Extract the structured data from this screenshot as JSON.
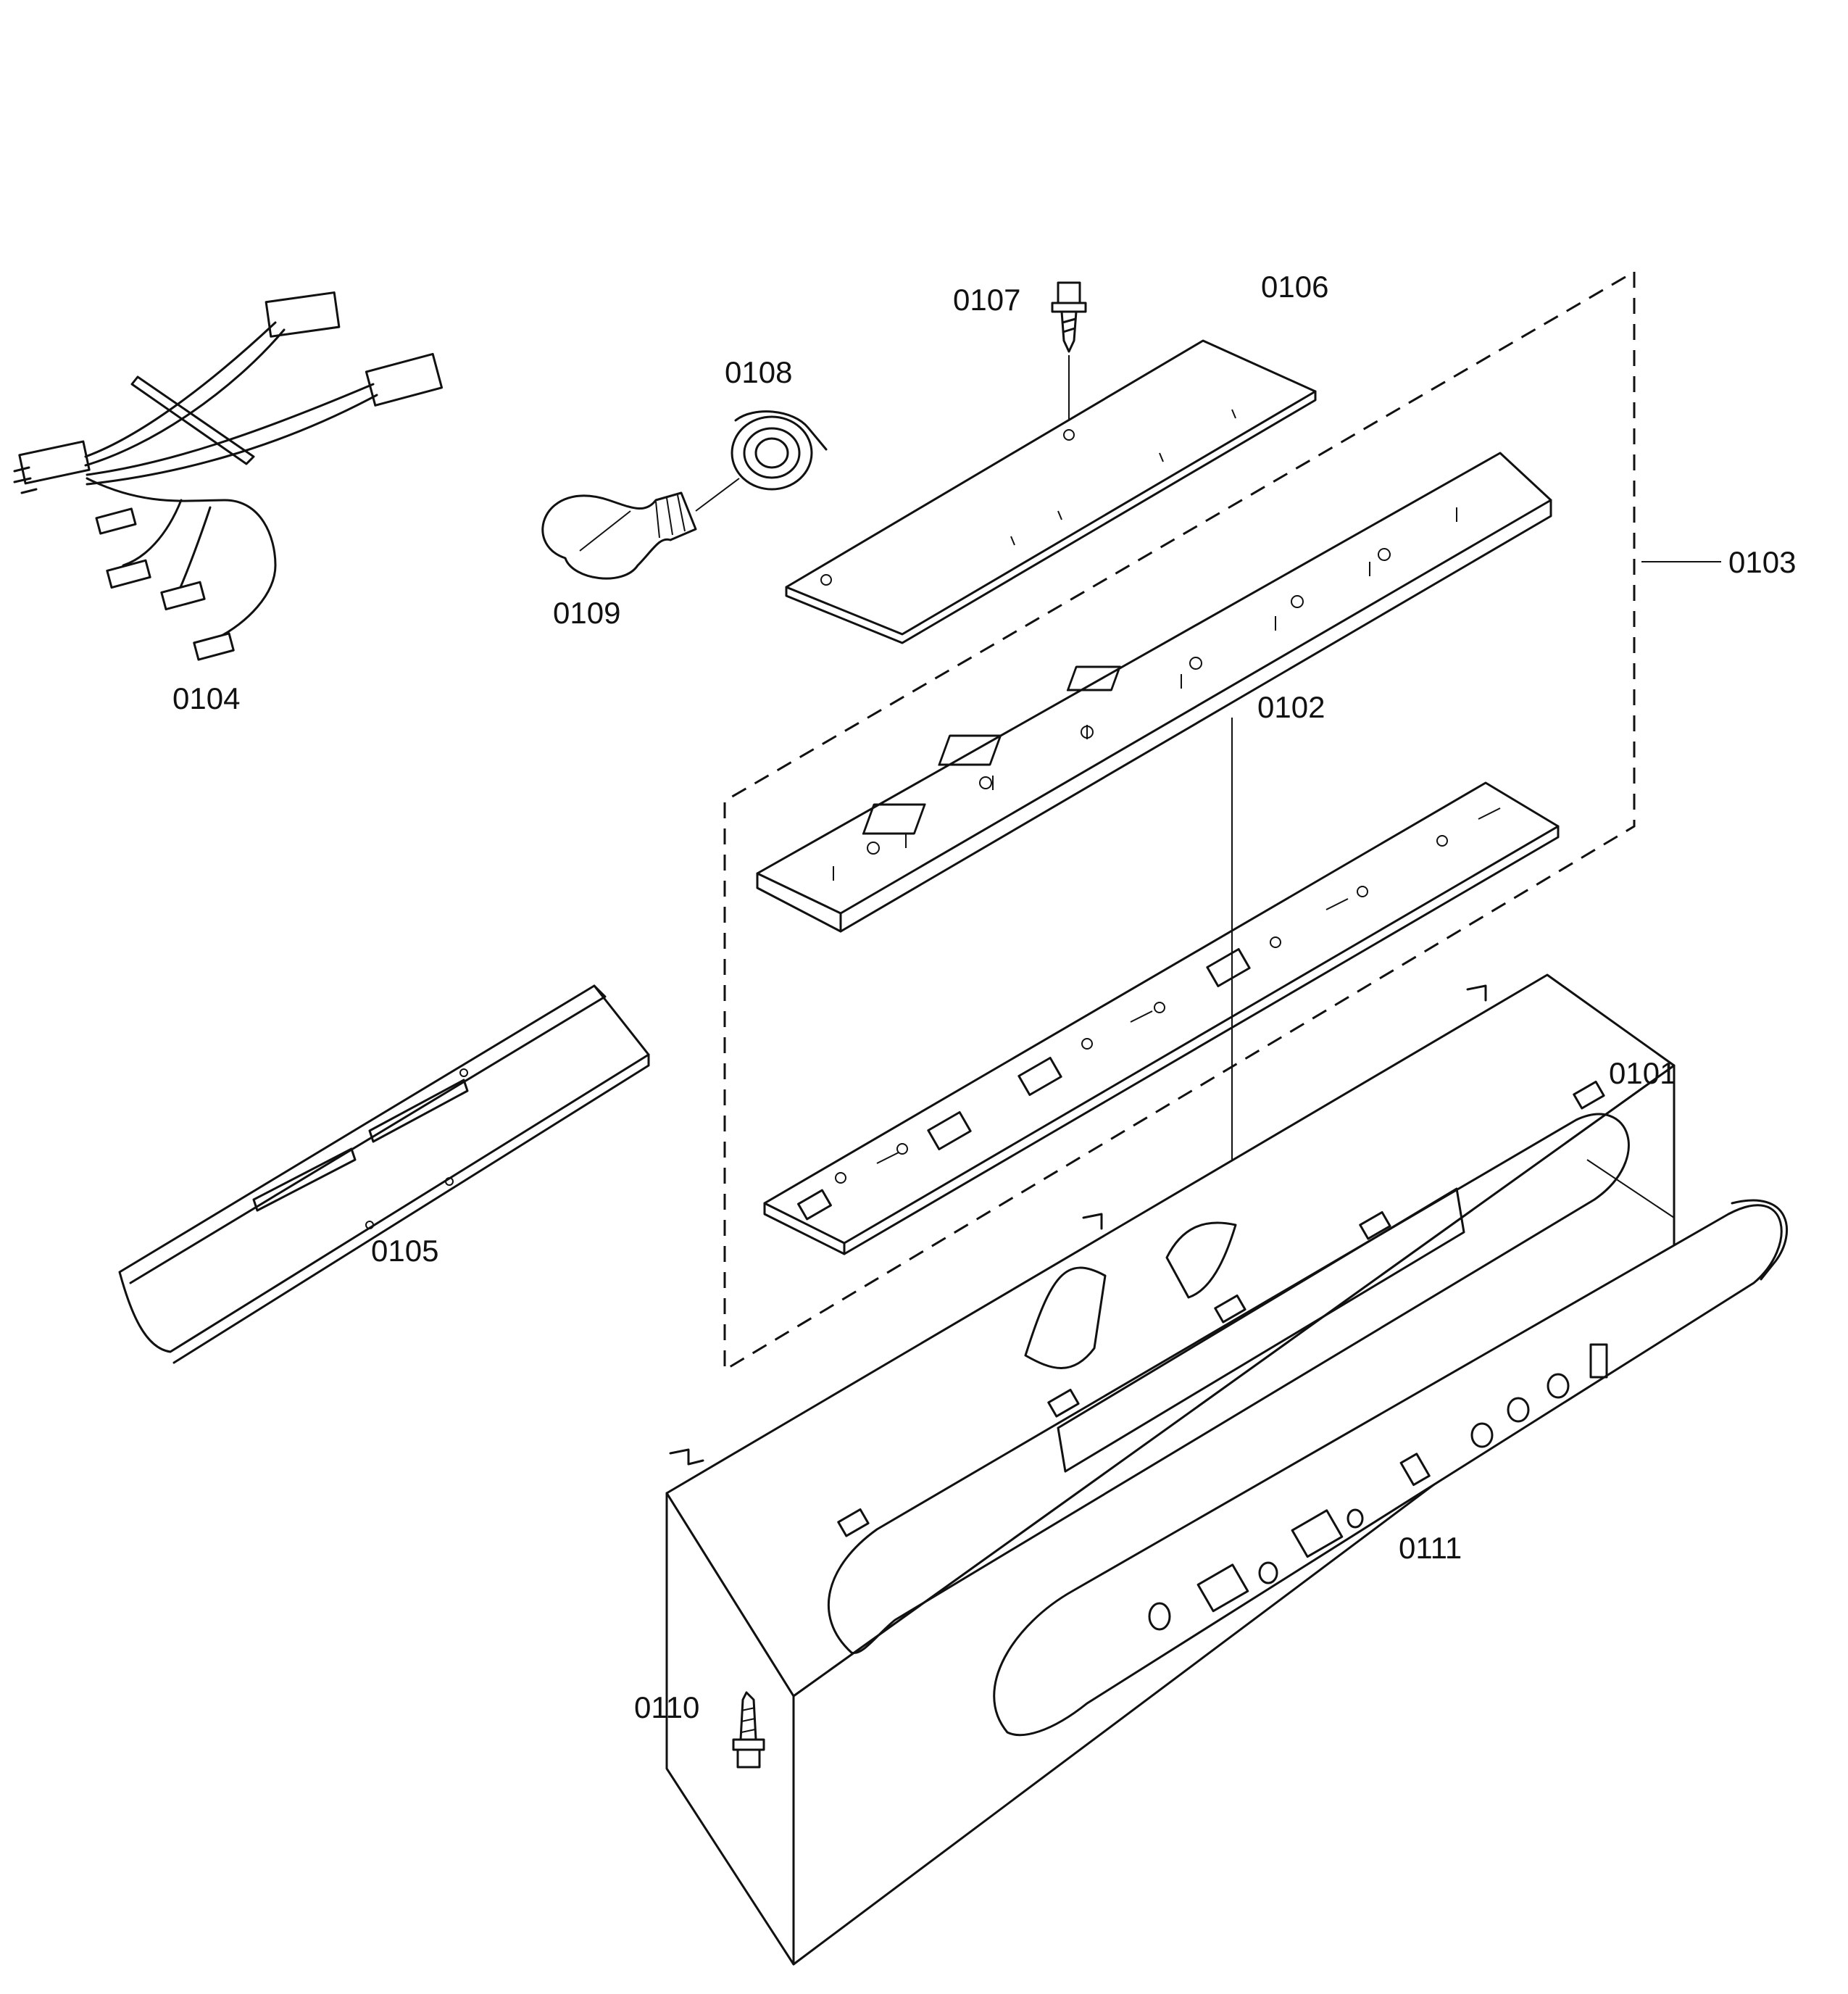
{
  "parts": [
    {
      "id": "p0101",
      "number": "0101"
    },
    {
      "id": "p0102",
      "number": "0102"
    },
    {
      "id": "p0103",
      "number": "0103"
    },
    {
      "id": "p0104",
      "number": "0104"
    },
    {
      "id": "p0105",
      "number": "0105"
    },
    {
      "id": "p0106",
      "number": "0106"
    },
    {
      "id": "p0107",
      "number": "0107"
    },
    {
      "id": "p0108",
      "number": "0108"
    },
    {
      "id": "p0109",
      "number": "0109"
    },
    {
      "id": "p0110",
      "number": "0110"
    },
    {
      "id": "p0111",
      "number": "0111"
    }
  ],
  "colors": {
    "line": "#111111",
    "background": "#ffffff"
  }
}
